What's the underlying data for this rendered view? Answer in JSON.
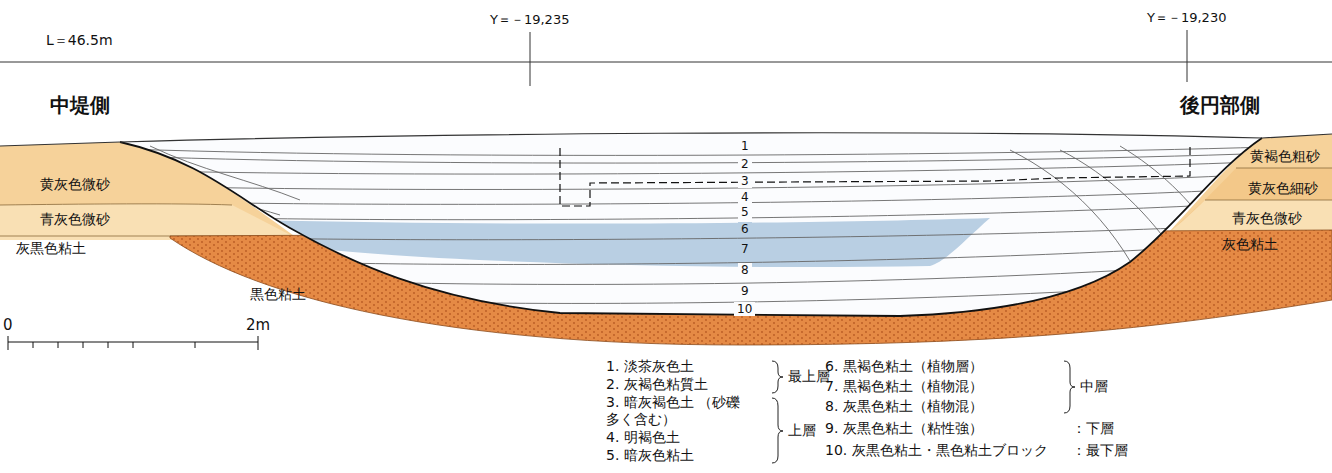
{
  "diagram": {
    "labels": [
      "L＝46.5m",
      "Y＝－19,235",
      "Y＝－19,230",
      "中堤側",
      "後円部側",
      "黄灰色微砂",
      "青灰色微砂",
      "灰黒色粘土",
      "黒色粘土",
      "黄褐色粗砂",
      "黄灰色細砂",
      "青灰色微砂",
      "灰色粘土",
      "1",
      "2",
      "3",
      "4",
      "5",
      "6",
      "7",
      "8",
      "9",
      "10",
      "0",
      "2m",
      "1. 淡茶灰色土",
      "2. 灰褐色粘質土",
      "3. 暗灰褐色土 （砂礫多く含む）",
      "4. 明褐色土",
      "5. 暗灰色粘土",
      "最上層",
      "上層",
      "6. 黒褐色粘土（植物層）",
      "7. 黒褐色粘土（植物混）",
      "8. 灰黒色粘土（植物混）",
      "中層",
      "9. 灰黒色粘土（粘性強）",
      "：下層",
      "10. 灰黒色粘土・黒色粘土ブロック",
      "：最下層"
    ]
  }
}
